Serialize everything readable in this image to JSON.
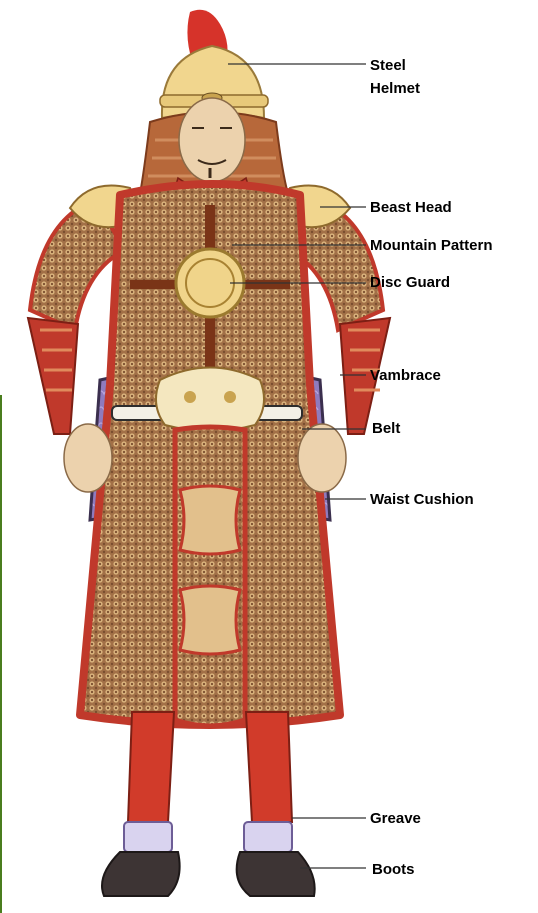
{
  "figure": {
    "subject": "Armored warrior",
    "labels": [
      {
        "id": "steel",
        "text": "Steel"
      },
      {
        "id": "helmet",
        "text": "Helmet"
      },
      {
        "id": "beast-head",
        "text": "Beast Head"
      },
      {
        "id": "mountain-pattern",
        "text": "Mountain Pattern"
      },
      {
        "id": "disc-guard",
        "text": "Disc Guard"
      },
      {
        "id": "vambrace",
        "text": "Vambrace"
      },
      {
        "id": "belt",
        "text": "Belt"
      },
      {
        "id": "waist-cushion",
        "text": "Waist Cushion"
      },
      {
        "id": "greave",
        "text": "Greave"
      },
      {
        "id": "boots",
        "text": "Boots"
      }
    ]
  },
  "colors": {
    "armor_red": "#c0392b",
    "scale": "#a9784d",
    "gold": "#e8c97a",
    "purple": "#8d78b8",
    "skin": "#e9cfa9",
    "boot": "#3d3434",
    "plume": "#d6332a"
  }
}
